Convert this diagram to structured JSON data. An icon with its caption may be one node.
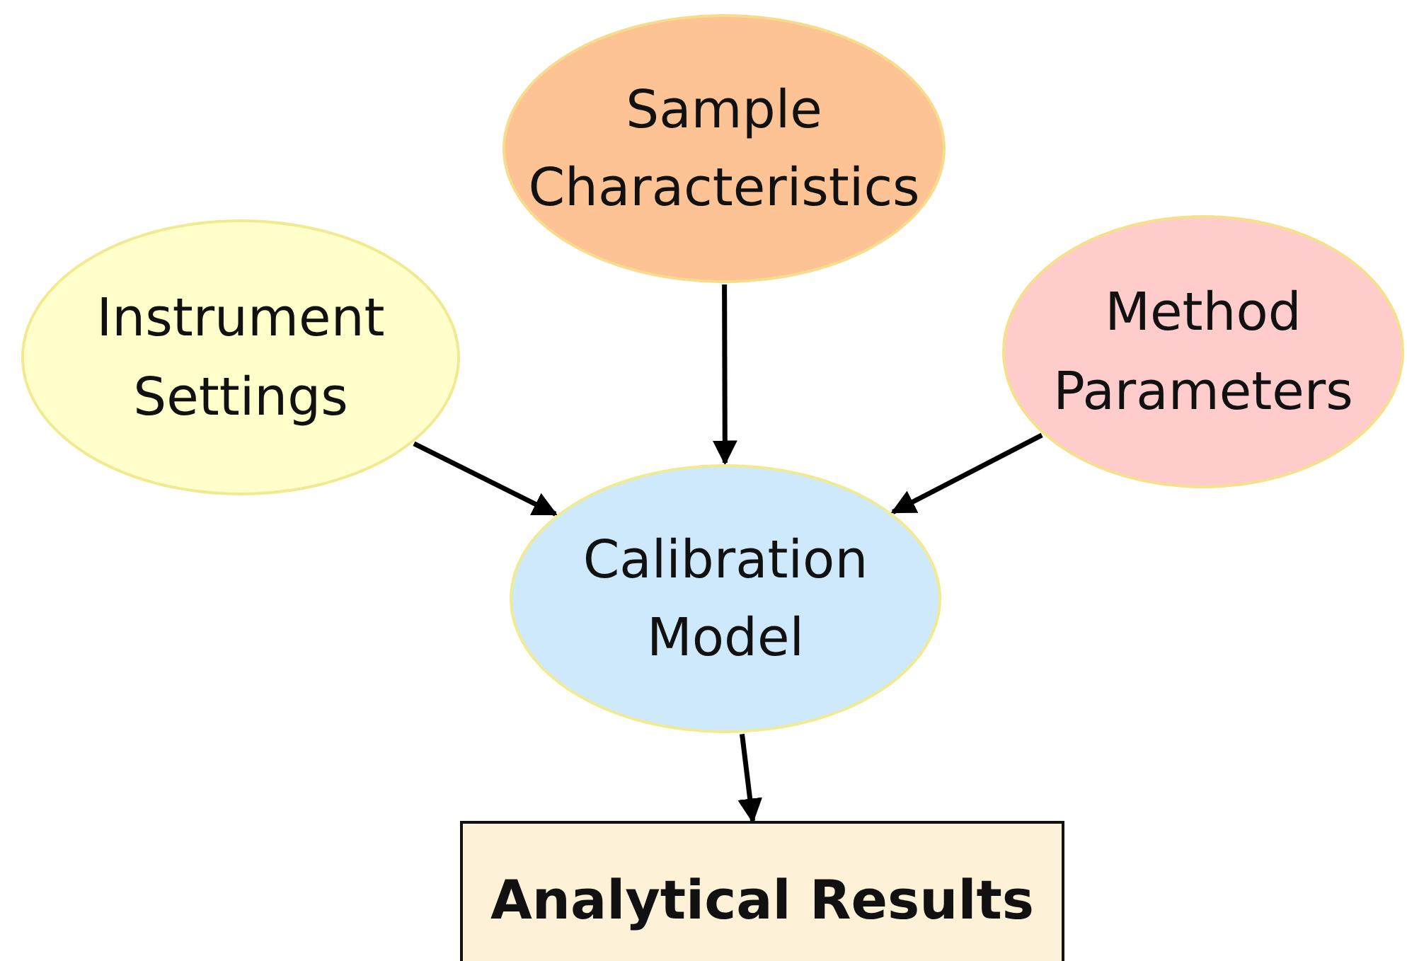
{
  "diagram": {
    "nodes": [
      {
        "text": [
          "Sample Characteristics"
        ]
      },
      {
        "text": [
          "Instrument Settings"
        ]
      },
      {
        "text": [
          "Method Parameters"
        ]
      },
      {
        "text": [
          "Calibration Model"
        ]
      },
      {
        "text": [
          "Analytical Results"
        ]
      }
    ],
    "edges": [
      {
        "from": 1,
        "to": 3,
        "arrow": "to"
      },
      {
        "from": 0,
        "to": 3,
        "arrow": "to"
      },
      {
        "from": 2,
        "to": 3,
        "arrow": "to"
      },
      {
        "from": 3,
        "to": 4,
        "arrow": "to"
      }
    ]
  }
}
